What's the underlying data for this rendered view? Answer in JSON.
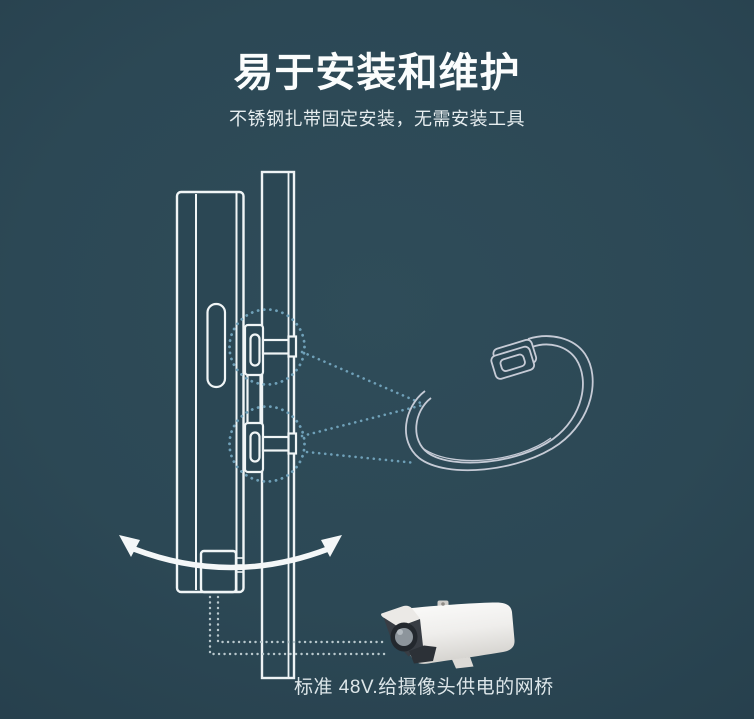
{
  "page": {
    "background_center": "#2f4c59",
    "background_edge": "#213843",
    "bottom_strip_color": "#ffffff"
  },
  "header": {
    "title": "易于安装和维护",
    "subtitle": "不锈钢扎带固定安装，无需安装工具"
  },
  "diagram": {
    "caption": "标准 48V.给摄像头供电的网桥",
    "colors": {
      "outline_white": "#f0f5f6",
      "highlight_dots_blue": "#6fa0b8",
      "connector_dots": "#b9c8cd",
      "cable_tie_outline": "#c6cbd6",
      "camera_body": "#efeeec",
      "camera_dark": "#383d44"
    },
    "icons": [
      "pole-illustration",
      "bridge-device-illustration",
      "mount-bracket-illustration",
      "strap-bars-illustration",
      "rotation-arrow-icon",
      "highlight-circles",
      "callout-dotted-lines",
      "steel-cable-tie-illustration",
      "connector-dotted-lines",
      "cctv-camera-illustration"
    ]
  }
}
